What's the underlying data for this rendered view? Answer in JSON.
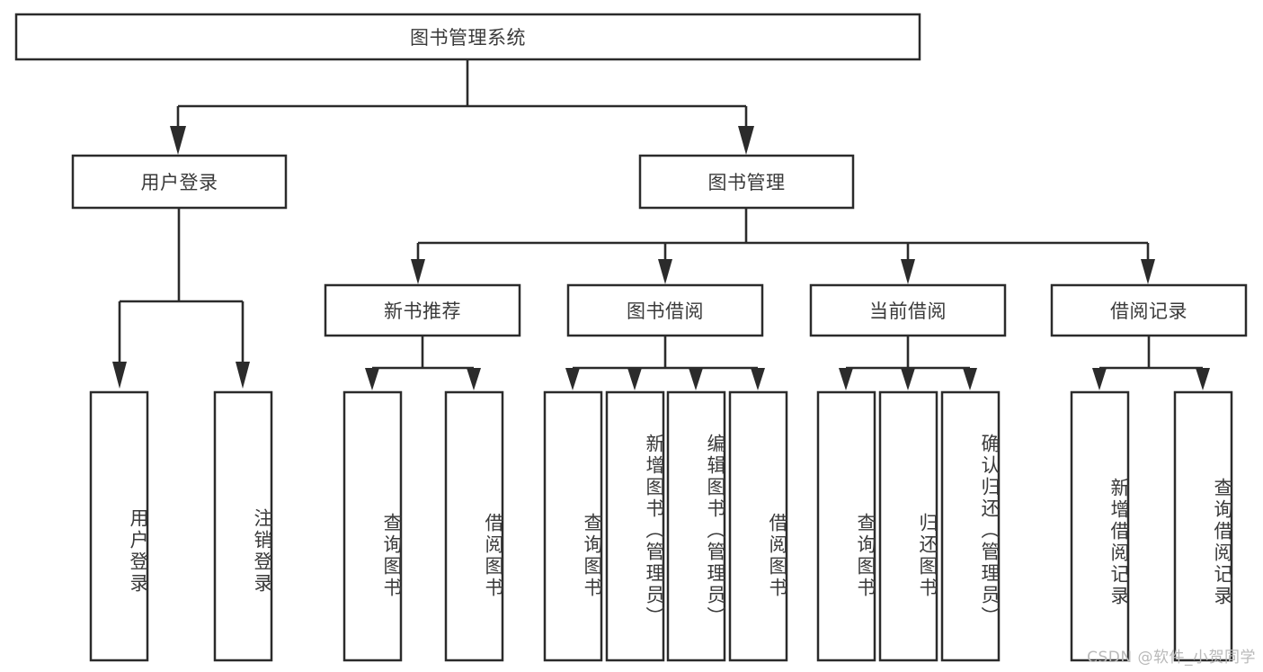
{
  "diagram": {
    "title": "图书管理系统",
    "type": "tree-hierarchy-diagram",
    "colors": {
      "stroke": "#2b2b2b",
      "fill": "#ffffff",
      "text": "#3a3a3a",
      "watermark": "#b9b9b9"
    },
    "nodes": {
      "root": {
        "label": "图书管理系统"
      },
      "level2": [
        {
          "label": "用户登录"
        },
        {
          "label": "图书管理"
        }
      ],
      "level3": [
        {
          "label": "新书推荐"
        },
        {
          "label": "图书借阅"
        },
        {
          "label": "当前借阅"
        },
        {
          "label": "借阅记录"
        }
      ],
      "leaves": {
        "user_login": [
          {
            "label": "用户登录"
          },
          {
            "label": "注销登录"
          }
        ],
        "new_book_recommend": [
          {
            "label": "查询图书"
          },
          {
            "label": "借阅图书"
          }
        ],
        "book_borrow": [
          {
            "label": "查询图书"
          },
          {
            "label": "新增图书（管理员）"
          },
          {
            "label": "编辑图书（管理员）"
          },
          {
            "label": "借阅图书"
          }
        ],
        "current_borrow": [
          {
            "label": "查询图书"
          },
          {
            "label": "归还图书"
          },
          {
            "label": "确认归还（管理员）"
          }
        ],
        "borrow_records": [
          {
            "label": "新增借阅记录"
          },
          {
            "label": "查询借阅记录"
          }
        ]
      }
    },
    "watermark": "CSDN @软件_小贺同学"
  }
}
